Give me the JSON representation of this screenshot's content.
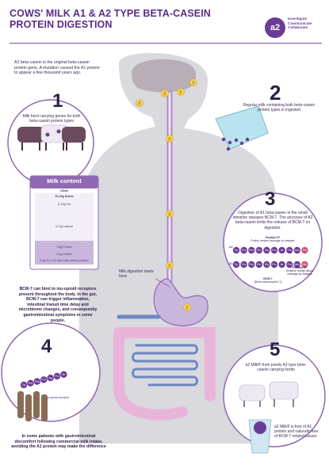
{
  "header": {
    "title_line1": "COWS' MILK A1 & A2 TYPE BETA-CASEIN",
    "title_line2": "PROTEIN DIGESTION",
    "logo_mark": "a2",
    "logo_text_lines": [
      "Investigate",
      "Communicate",
      "Collaborate"
    ]
  },
  "intro": "A2 beta-casein is the original beta-casein protein gene. A mutation caused the A1 protein to appear a few thousand years ago.",
  "steps": [
    {
      "number": "1",
      "text": "Milk herd carrying genes for both beta-casein protein types"
    },
    {
      "number": "2",
      "text": "Regular milk containing both beta-casein protein types is ingested"
    },
    {
      "number": "3",
      "text": "Digestion of A1 beta-casein in the small intestine releases BCM-7. The structure of A2 beta-casein limits the release of BCM-7 on digestion."
    },
    {
      "number": "4",
      "text": "BCM-7 can bind to mu-opioid receptors present throughout the body. In the gut, BCM-7 can trigger inflammation, intestinal transit time delay and microbiome changes, and consequently gastrointestinal symptoms in some people."
    },
    {
      "number": "5",
      "text": "a2 Milk® from purely A2 type beta-casein carrying herds"
    }
  ],
  "milk_content": {
    "title": "Milk content",
    "volume": "250ml",
    "rows": [
      "30-33g Solids",
      "8-10g Fat",
      "11.5g Lactose",
      "7-8g Protein",
      "3-5g Casein",
      "2-3g A1 & A2 type beta-casein proteins"
    ]
  },
  "peptide_chain": {
    "position_67_label": "Position 67",
    "position_67_note": "Proline hinders cleavage by elastase",
    "position_67b_label": "Position 67",
    "position_67b_note": "Histidine readily allows cleavage by elastase",
    "bcm7_label": "BCM-7",
    "bcm7_note": "(Beta-casomorphin-7)",
    "a2_tag": "A2",
    "a1_tag": "A1",
    "residues": [
      "Tyr",
      "Pro",
      "Phe",
      "Pro",
      "Gly",
      "Pro",
      "Ile",
      "Pro",
      "Asn"
    ],
    "residue_67_a2": "Pro",
    "residue_67_a1": "His"
  },
  "digestion_label": "Milk digestion starts here",
  "receptor_label": "µ-opioid receptor",
  "receptor_chain": [
    "Tyr",
    "Pro",
    "Phe",
    "Pro",
    "Gly",
    "Pro",
    "Ile"
  ],
  "bottom_note": "In some patients with gastrointestinal discomfort following commercial milk intake, avoiding the A1 protein may make the difference",
  "step5_bottom": "a2 Milk® is free of A1 protein and naturally free of BCM-7 related issues",
  "beta_marker": "β",
  "colors": {
    "purple": "#6a3c95",
    "lavender": "#c9b6dc",
    "body_grey": "#d9d9de",
    "intestine_pink": "#e8b5d9",
    "intestine_blue": "#6d87c2",
    "marker_yellow": "#f6d35b"
  }
}
